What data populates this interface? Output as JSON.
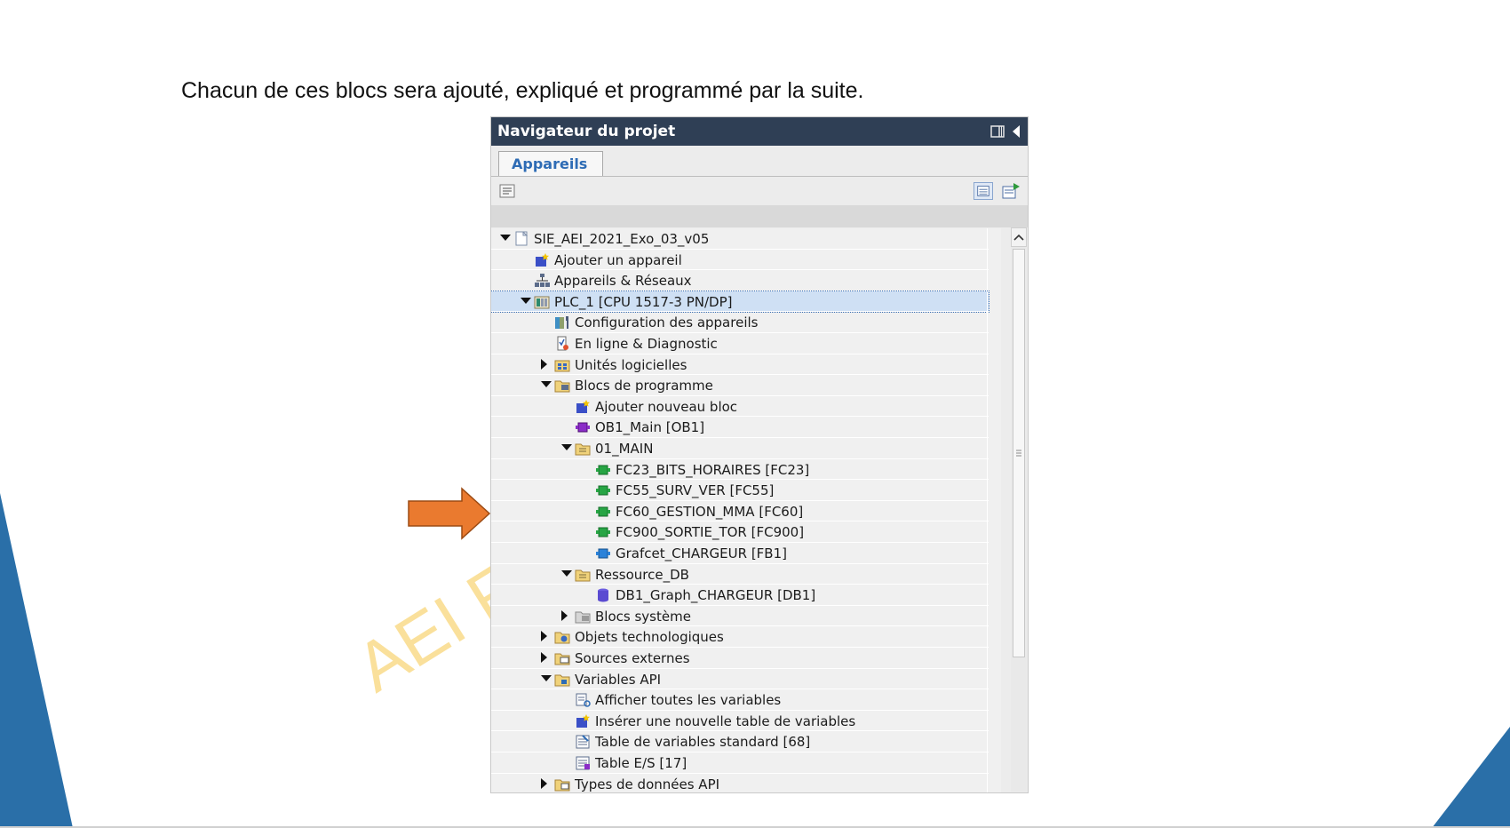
{
  "slide": {
    "caption": "Chacun de ces blocs sera ajouté, expliqué et programmé par la suite.",
    "watermark": "AEI FC"
  },
  "colors": {
    "panel_header": "#2f3f55",
    "tab_text": "#2e6cb5",
    "selected_row": "#cfe0f4",
    "arrow": "#ea7a2f",
    "brace": "#3a6fb5",
    "deco_blue": "#2a6fa8",
    "watermark": "#f7c84a"
  },
  "panel": {
    "title": "Navigateur du projet",
    "tab_label": "Appareils",
    "header_icons": [
      "layout-icon",
      "collapse-left-icon"
    ],
    "toolbar_icons": [
      "import-icon",
      "details-view-icon",
      "export-icon"
    ]
  },
  "tree": [
    {
      "label": "SIE_AEI_2021_Exo_03_v05",
      "level": 0,
      "toggle": "open",
      "icon": "project-icon"
    },
    {
      "label": "Ajouter un appareil",
      "level": 1,
      "toggle": "none",
      "icon": "add-device-icon"
    },
    {
      "label": "Appareils & Réseaux",
      "level": 1,
      "toggle": "none",
      "icon": "network-icon"
    },
    {
      "label": "PLC_1 [CPU 1517-3 PN/DP]",
      "level": 1,
      "toggle": "open",
      "icon": "plc-icon",
      "selected": true
    },
    {
      "label": "Configuration des appareils",
      "level": 2,
      "toggle": "none",
      "icon": "device-config-icon"
    },
    {
      "label": "En ligne & Diagnostic",
      "level": 2,
      "toggle": "none",
      "icon": "diagnostic-icon"
    },
    {
      "label": "Unités logicielles",
      "level": 2,
      "toggle": "closed",
      "icon": "software-units-icon"
    },
    {
      "label": "Blocs de programme",
      "level": 2,
      "toggle": "open",
      "icon": "program-blocks-folder-icon"
    },
    {
      "label": "Ajouter nouveau bloc",
      "level": 3,
      "toggle": "none",
      "icon": "add-block-icon"
    },
    {
      "label": "OB1_Main [OB1]",
      "level": 3,
      "toggle": "none",
      "icon": "ob-block-icon"
    },
    {
      "label": "01_MAIN",
      "level": 3,
      "toggle": "open",
      "icon": "group-folder-icon"
    },
    {
      "label": "FC23_BITS_HORAIRES [FC23]",
      "level": 4,
      "toggle": "none",
      "icon": "fc-block-icon"
    },
    {
      "label": "FC55_SURV_VER [FC55]",
      "level": 4,
      "toggle": "none",
      "icon": "fc-block-icon"
    },
    {
      "label": "FC60_GESTION_MMA [FC60]",
      "level": 4,
      "toggle": "none",
      "icon": "fc-block-icon"
    },
    {
      "label": "FC900_SORTIE_TOR [FC900]",
      "level": 4,
      "toggle": "none",
      "icon": "fc-block-icon"
    },
    {
      "label": "Grafcet_CHARGEUR [FB1]",
      "level": 4,
      "toggle": "none",
      "icon": "fb-block-icon"
    },
    {
      "label": "Ressource_DB",
      "level": 3,
      "toggle": "open",
      "icon": "group-folder-icon"
    },
    {
      "label": "DB1_Graph_CHARGEUR [DB1]",
      "level": 4,
      "toggle": "none",
      "icon": "db-block-icon"
    },
    {
      "label": "Blocs système",
      "level": 3,
      "toggle": "closed",
      "icon": "system-blocks-folder-icon"
    },
    {
      "label": "Objets technologiques",
      "level": 2,
      "toggle": "closed",
      "icon": "tech-objects-folder-icon"
    },
    {
      "label": "Sources externes",
      "level": 2,
      "toggle": "closed",
      "icon": "external-sources-folder-icon"
    },
    {
      "label": "Variables API",
      "level": 2,
      "toggle": "open",
      "icon": "plc-tags-folder-icon"
    },
    {
      "label": "Afficher toutes les variables",
      "level": 3,
      "toggle": "none",
      "icon": "show-tags-icon"
    },
    {
      "label": "Insérer une nouvelle table de variables",
      "level": 3,
      "toggle": "none",
      "icon": "add-tag-table-icon"
    },
    {
      "label": "Table de variables standard [68]",
      "level": 3,
      "toggle": "none",
      "icon": "tag-table-icon"
    },
    {
      "label": "Table E/S [17]",
      "level": 3,
      "toggle": "none",
      "icon": "tag-table-io-icon"
    },
    {
      "label": "Types de données API",
      "level": 2,
      "toggle": "closed",
      "icon": "data-types-folder-icon"
    }
  ]
}
